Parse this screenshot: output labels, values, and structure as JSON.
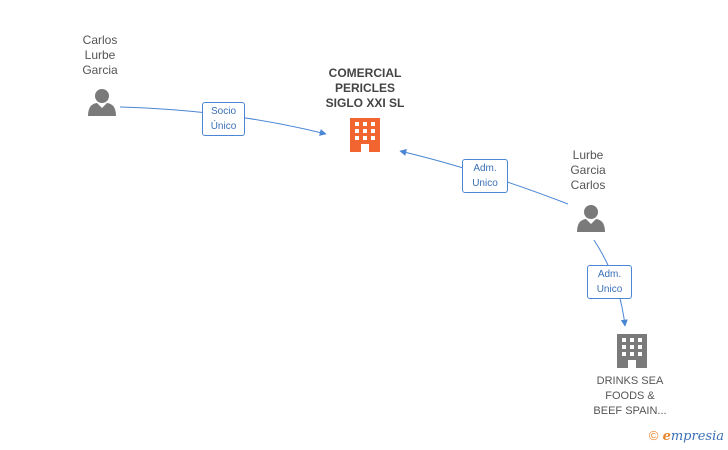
{
  "nodes": {
    "person_1": {
      "label": "Carlos\nLurbe\nGarcia"
    },
    "company_main": {
      "label": "COMERCIAL\nPERICLES\nSIGLO XXI SL"
    },
    "person_2": {
      "label": "Lurbe\nGarcia\nCarlos"
    },
    "company_2": {
      "label": "DRINKS SEA\nFOODS &\nBEEF SPAIN..."
    }
  },
  "edges": {
    "e1": {
      "label": "Socio\nÚnico"
    },
    "e2": {
      "label": "Adm.\nUnico"
    },
    "e3": {
      "label": "Adm.\nUnico"
    }
  },
  "colors": {
    "edge": "#4a86d4",
    "person_icon": "#7a7a7a",
    "main_company_icon": "#f26430",
    "company_icon": "#7a7a7a"
  },
  "brand": {
    "copyright": "©",
    "first_letter": "e",
    "rest": "mpresia"
  }
}
